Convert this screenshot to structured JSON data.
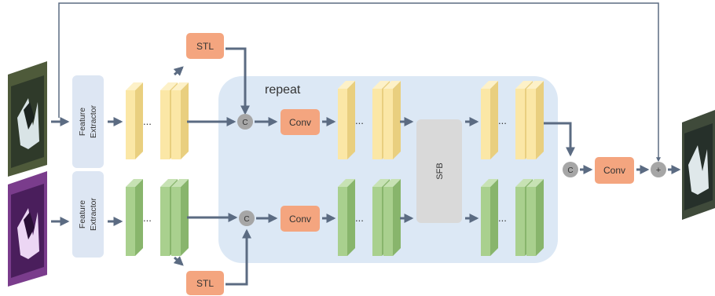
{
  "labels": {
    "feature_extractor_line1": "Feature",
    "feature_extractor_line2": "Extractor",
    "stl": "STL",
    "repeat": "repeat",
    "concat": "C",
    "conv": "Conv",
    "sfb": "SFB",
    "add": "+",
    "ellipsis": "..."
  },
  "colors": {
    "feature_yellow": "#fbe7a6",
    "feature_green": "#a9d08e",
    "stl_orange": "#f4a57f",
    "conv_orange": "#f4a57f",
    "repeat_region": "#dce8f5",
    "extractor_box": "#dde6f3",
    "sfb_box": "#d9d9d9",
    "circle_gray": "#a6a6a6",
    "arrow": "#5b6b82"
  },
  "images": {
    "input_top": "butterfly image (natural colors)",
    "input_bottom": "butterfly image (purple tone)",
    "output": "fused butterfly image"
  }
}
